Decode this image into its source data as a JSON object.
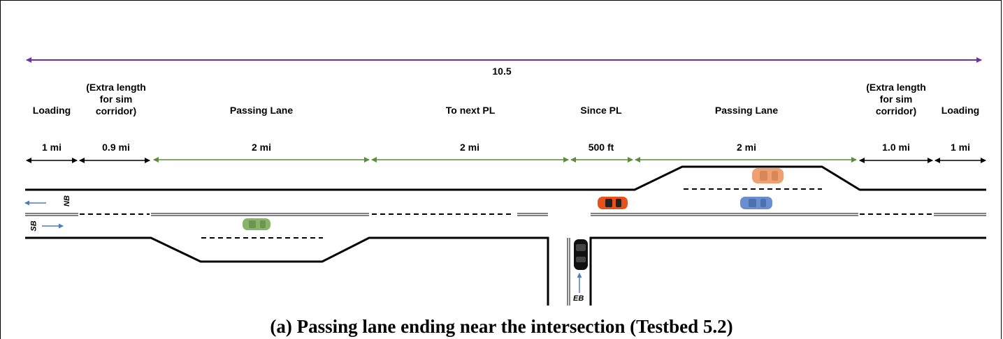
{
  "total_length": "10.5",
  "segments": [
    {
      "name": "Loading",
      "length": "1 mi"
    },
    {
      "name": "(Extra length for sim corridor)",
      "length": "0.9 mi"
    },
    {
      "name": "Passing Lane",
      "length": "2 mi"
    },
    {
      "name": "To next PL",
      "length": "2 mi"
    },
    {
      "name": "Since PL",
      "length": "500 ft"
    },
    {
      "name": "Passing Lane",
      "length": "2 mi"
    },
    {
      "name": "(Extra length for sim corridor)",
      "length": "1.0 mi"
    },
    {
      "name": "Loading",
      "length": "1 mi"
    }
  ],
  "directions": {
    "nb": "NB",
    "sb": "SB",
    "eb": "EB"
  },
  "vehicles": [
    {
      "name": "green-car",
      "color": "#86b566"
    },
    {
      "name": "red-car",
      "color": "#e8521a"
    },
    {
      "name": "blue-car",
      "color": "#6a8fd0"
    },
    {
      "name": "orange-car",
      "color": "#f0a070"
    },
    {
      "name": "black-car",
      "color": "#111111"
    }
  ],
  "colors": {
    "total_arrow": "#7030a0",
    "segment_arrow_black": "#000000",
    "segment_arrow_green": "#5a8c3a",
    "direction_arrow": "#4a7cc0"
  },
  "caption": "(a) Passing lane ending near the intersection (Testbed 5.2)"
}
